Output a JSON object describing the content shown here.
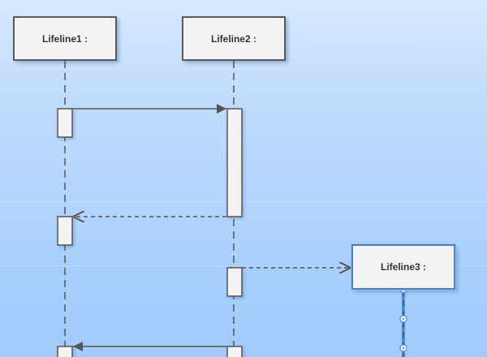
{
  "diagram": {
    "type": "sequence",
    "lifelines": [
      {
        "id": "l1",
        "label": "Lifeline1 :"
      },
      {
        "id": "l2",
        "label": "Lifeline2 :"
      },
      {
        "id": "l3",
        "label": "Lifeline3 :",
        "selected": true
      }
    ],
    "messages": [
      {
        "from": "l1",
        "to": "l2",
        "kind": "sync"
      },
      {
        "from": "l2",
        "to": "l1",
        "kind": "return"
      },
      {
        "from": "l2",
        "to": "l3",
        "kind": "create"
      },
      {
        "from": "l2",
        "to": "l1",
        "kind": "sync"
      }
    ]
  },
  "colors": {
    "line": "#555555",
    "box_fill": "#f3f3f3",
    "selection": "#4a90e2"
  }
}
